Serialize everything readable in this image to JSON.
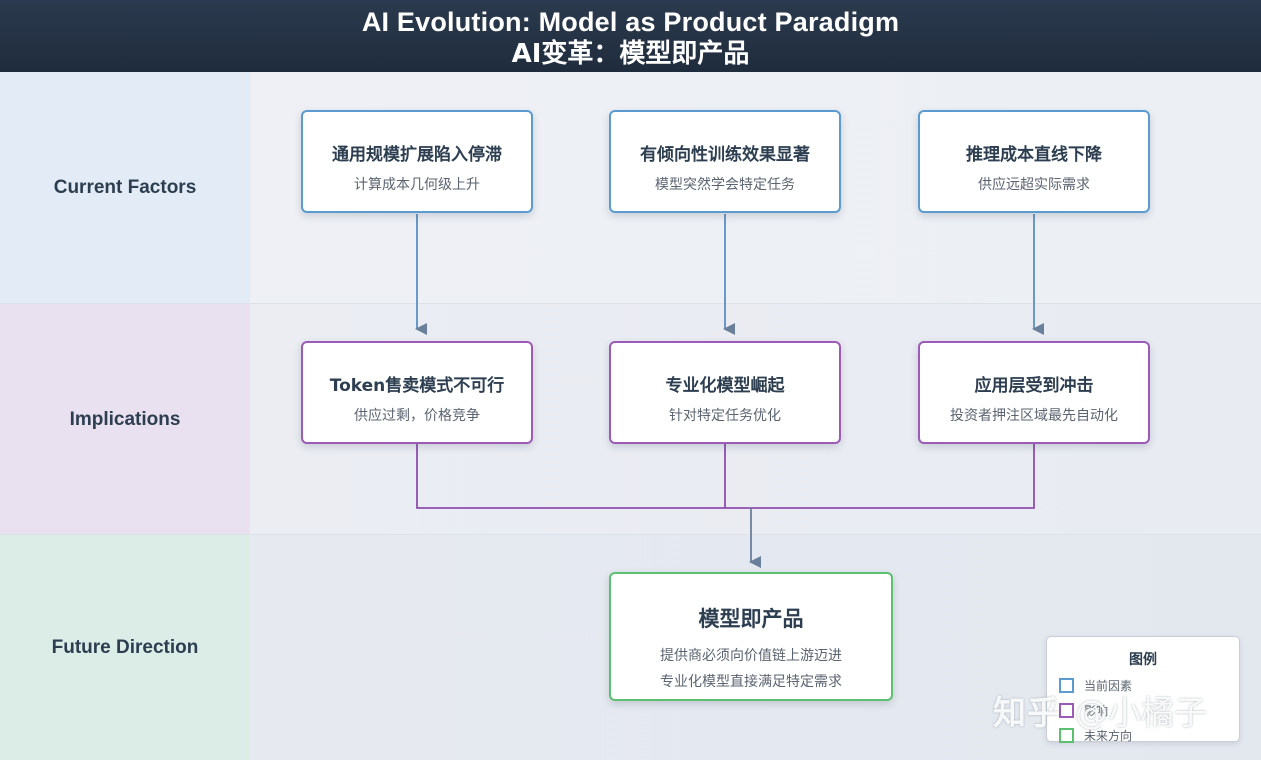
{
  "header": {
    "title_en": "AI Evolution: Model as Product Paradigm",
    "title_zh": "AI变革：模型即产品"
  },
  "rows": [
    {
      "label": "Current Factors"
    },
    {
      "label": "Implications"
    },
    {
      "label": "Future Direction"
    }
  ],
  "factors": [
    {
      "title": "通用规模扩展陷入停滞",
      "sub": "计算成本几何级上升"
    },
    {
      "title": "有倾向性训练效果显著",
      "sub": "模型突然学会特定任务"
    },
    {
      "title": "推理成本直线下降",
      "sub": "供应远超实际需求"
    }
  ],
  "implications": [
    {
      "title": "Token售卖模式不可行",
      "sub": "供应过剩，价格竞争"
    },
    {
      "title": "专业化模型崛起",
      "sub": "针对特定任务优化"
    },
    {
      "title": "应用层受到冲击",
      "sub": "投资者押注区域最先自动化"
    }
  ],
  "future": {
    "title": "模型即产品",
    "lines": [
      "提供商必须向价值链上游迈进",
      "专业化模型直接满足特定需求"
    ]
  },
  "legend": {
    "title": "图例",
    "items": [
      {
        "label": "当前因素",
        "color": "#5b9bd0"
      },
      {
        "label": "影响",
        "color": "#9b5bb6"
      },
      {
        "label": "未来方向",
        "color": "#5cc070"
      }
    ]
  },
  "watermark": {
    "logo": "知乎",
    "handle": "@小橘子"
  },
  "colors": {
    "header_bg": "#233247",
    "factor_border": "#5b9bd0",
    "implication_border": "#9b5bb6",
    "future_border": "#5cc070",
    "arrow": "#6a7f99"
  }
}
